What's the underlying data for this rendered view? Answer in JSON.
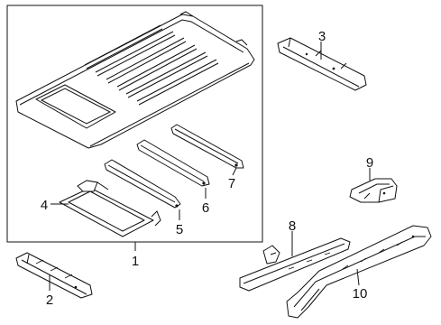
{
  "callouts": [
    {
      "id": "1",
      "text": "1"
    },
    {
      "id": "2",
      "text": "2"
    },
    {
      "id": "3",
      "text": "3"
    },
    {
      "id": "4",
      "text": "4"
    },
    {
      "id": "5",
      "text": "5"
    },
    {
      "id": "6",
      "text": "6"
    },
    {
      "id": "7",
      "text": "7"
    },
    {
      "id": "8",
      "text": "8"
    },
    {
      "id": "9",
      "text": "9"
    },
    {
      "id": "10",
      "text": "10"
    }
  ],
  "parts": [
    {
      "callout": "1",
      "icon": "roof-panel-icon"
    },
    {
      "callout": "2",
      "icon": "front-header-icon"
    },
    {
      "callout": "3",
      "icon": "rear-header-icon"
    },
    {
      "callout": "4",
      "icon": "sunroof-frame-icon"
    },
    {
      "callout": "5",
      "icon": "roof-bow-icon"
    },
    {
      "callout": "6",
      "icon": "roof-bow-icon"
    },
    {
      "callout": "7",
      "icon": "roof-bow-icon"
    },
    {
      "callout": "8",
      "icon": "side-rail-inner-icon"
    },
    {
      "callout": "9",
      "icon": "rear-rail-bracket-icon"
    },
    {
      "callout": "10",
      "icon": "side-rail-outer-icon"
    }
  ]
}
